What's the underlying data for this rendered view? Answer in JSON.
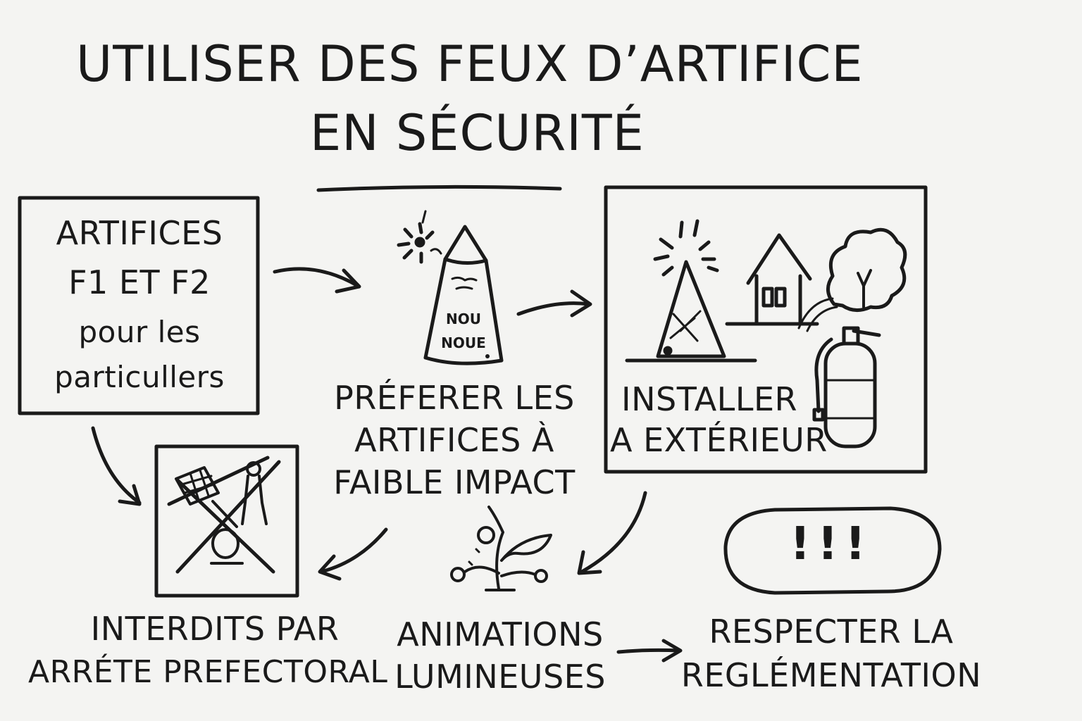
{
  "title": {
    "line1": "UTILISER DES FEUX D’ARTIFICE",
    "line2": "EN SÉCURITÉ"
  },
  "box_artifices": {
    "line1": "ARTIFICES",
    "line2": "F1 ET F2",
    "line3": "pour les",
    "line4": "particullers"
  },
  "cone_labels": {
    "top": "NOU",
    "bottom": "NOUE"
  },
  "preferer": {
    "line1": "PRÉFERER LES",
    "line2": "ARTIFICES À",
    "line3": "FAIBLE IMPACT"
  },
  "installer": {
    "line1": "INSTALLER",
    "line2": "A EXTÉRIEUR"
  },
  "interdits": {
    "line1": "INTERDITS PAR",
    "line2": "ARRÉTE PREFECTORAL"
  },
  "animations": {
    "line1": "ANIMATIONS",
    "line2": "LUMINEUSES"
  },
  "respecter": {
    "bang": "!!!",
    "line1": "RESPECTER LA",
    "line2": "REGLÉMENTATION"
  },
  "colors": {
    "ink": "#1a1a1a",
    "paper": "#f4f4f2"
  }
}
